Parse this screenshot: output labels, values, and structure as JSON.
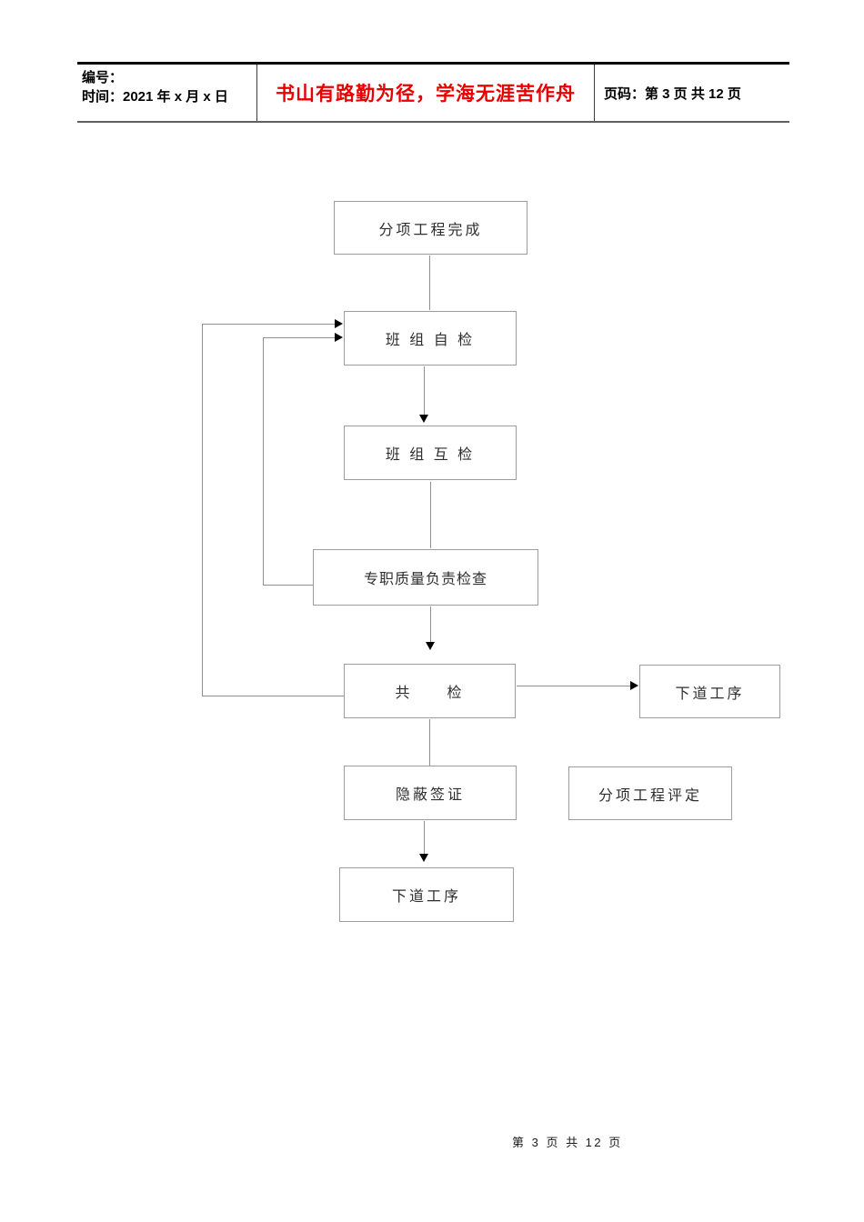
{
  "header": {
    "code_label": "编号：",
    "time_label": "时间：2021 年 x 月 x 日",
    "motto": "书山有路勤为径，学海无涯苦作舟",
    "motto_color": "#e60000",
    "page_label": "页码：第 3 页  共 12 页"
  },
  "flowchart": {
    "nodes": [
      {
        "id": "subproject-complete",
        "label": "分项工程完成"
      },
      {
        "id": "team-self-check",
        "label": "班 组 自 检"
      },
      {
        "id": "team-mutual-check",
        "label": "班 组 互 检"
      },
      {
        "id": "quality-officer-check",
        "label": "专职质量负责检查"
      },
      {
        "id": "joint-check",
        "label": "共　　检"
      },
      {
        "id": "next-process-right",
        "label": "下道工序"
      },
      {
        "id": "hidden-work-sign",
        "label": "隐蔽签证"
      },
      {
        "id": "subproject-evaluation",
        "label": "分项工程评定"
      },
      {
        "id": "next-process-bottom",
        "label": "下道工序"
      }
    ],
    "edges": [
      {
        "from": "subproject-complete",
        "to": "team-self-check",
        "arrow": false,
        "type": "straight-down"
      },
      {
        "from": "team-self-check",
        "to": "team-mutual-check",
        "arrow": true,
        "type": "straight-down"
      },
      {
        "from": "team-mutual-check",
        "to": "quality-officer-check",
        "arrow": false,
        "type": "straight-down"
      },
      {
        "from": "quality-officer-check",
        "to": "joint-check",
        "arrow": true,
        "type": "straight-down"
      },
      {
        "from": "joint-check",
        "to": "next-process-right",
        "arrow": true,
        "type": "straight-right"
      },
      {
        "from": "joint-check",
        "to": "hidden-work-sign",
        "arrow": false,
        "type": "straight-down"
      },
      {
        "from": "hidden-work-sign",
        "to": "next-process-bottom",
        "arrow": true,
        "type": "straight-down"
      },
      {
        "from": "joint-check",
        "to": "team-self-check",
        "arrow": true,
        "type": "feedback-left-outer"
      },
      {
        "from": "quality-officer-check",
        "to": "team-self-check",
        "arrow": true,
        "type": "feedback-left-inner"
      }
    ]
  },
  "footer": {
    "page_text": "第 3 页 共 12 页"
  },
  "colors": {
    "motto_red": "#e60000",
    "box_border": "#9c9c9c",
    "connector": "#8f8f8f",
    "arrowhead": "#000000"
  }
}
